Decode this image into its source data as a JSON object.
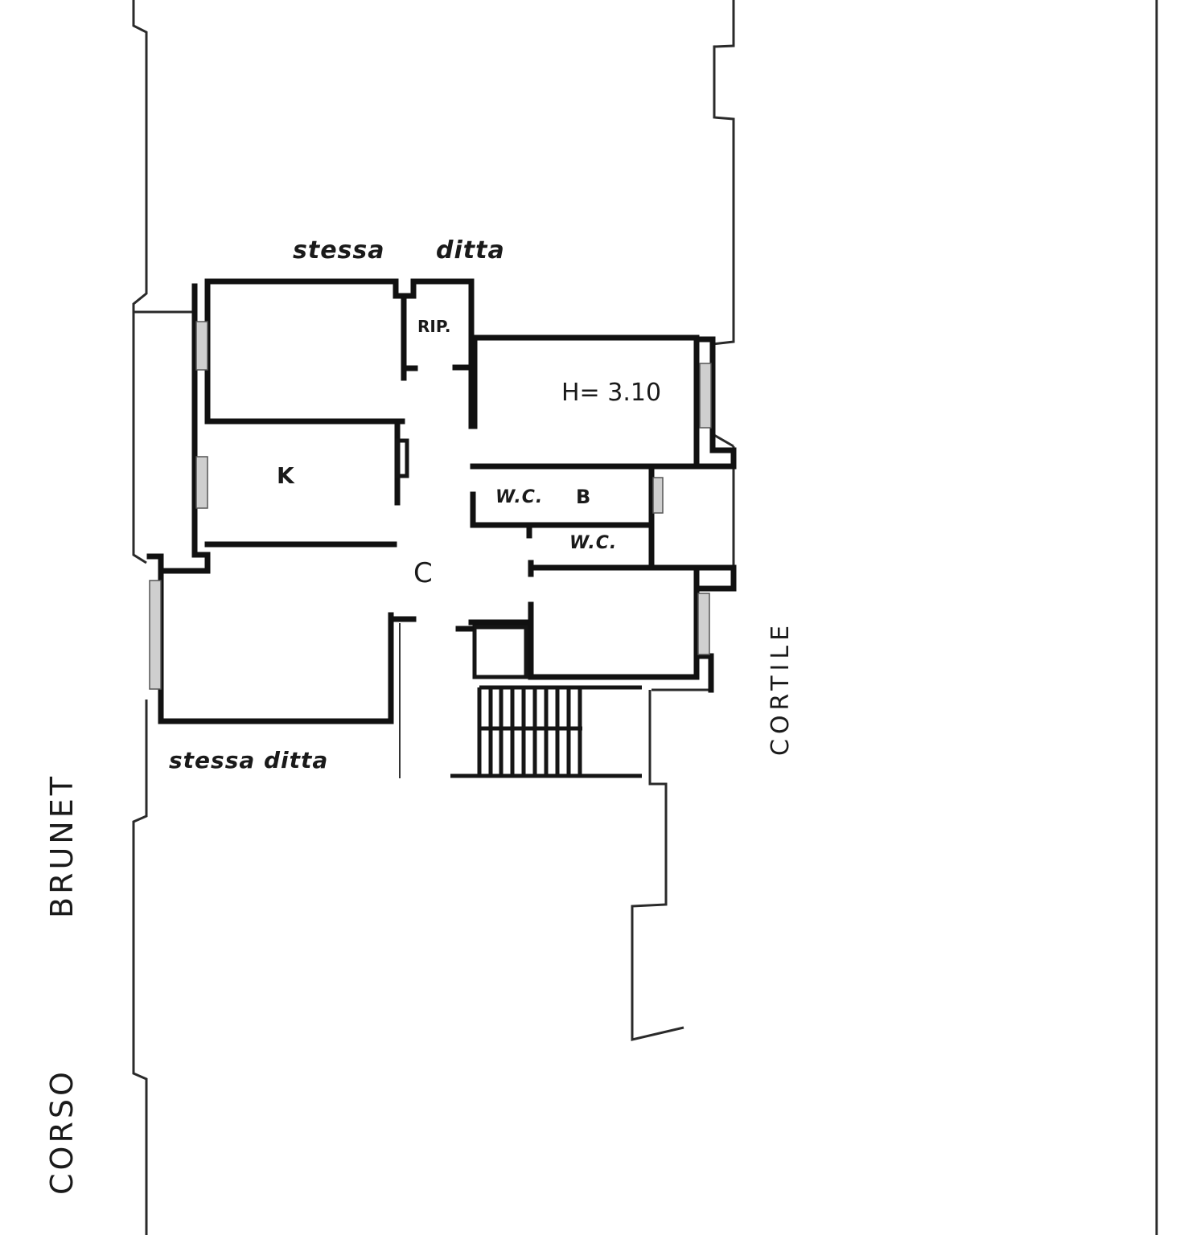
{
  "drawing": {
    "type": "floor-plan",
    "line_color": "#111111",
    "background": "#ffffff"
  },
  "labels": {
    "neighbor_top": "stessa ditta",
    "neighbor_top_part1": "stessa",
    "neighbor_top_part2": "ditta",
    "neighbor_bottom": "stessa ditta",
    "storage": "RIP.",
    "room_height": "H= 3.10",
    "kitchen": "K",
    "wc_1": "W.C.",
    "bathroom": "B",
    "wc_2": "W.C.",
    "corridor": "C",
    "courtyard": "CORTILE",
    "street_part1": "CORSO",
    "street_part2": "BRUNET"
  },
  "rooms": [
    {
      "id": "room-top-left",
      "label": ""
    },
    {
      "id": "storage",
      "label": "RIP."
    },
    {
      "id": "room-top-right",
      "label": "H= 3.10"
    },
    {
      "id": "kitchen",
      "label": "K"
    },
    {
      "id": "wc-bath",
      "label": "W.C. B"
    },
    {
      "id": "wc",
      "label": "W.C."
    },
    {
      "id": "corridor",
      "label": "C"
    },
    {
      "id": "room-bottom-left",
      "label": ""
    },
    {
      "id": "room-bottom-right",
      "label": ""
    },
    {
      "id": "staircase",
      "label": ""
    }
  ]
}
